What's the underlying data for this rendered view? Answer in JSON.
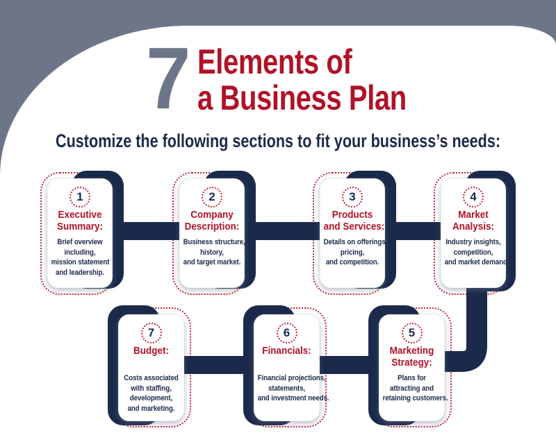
{
  "header": {
    "big_number": "7",
    "title": "Elements of\na Business Plan",
    "subtitle": "Customize the following sections to fit your business’s needs:"
  },
  "colors": {
    "navy": "#1b2a4a",
    "red": "#b01228",
    "dotted_red": "#c52033",
    "corner_gray": "#6d7689",
    "background": "#ffffff"
  },
  "cards": [
    {
      "number": "1",
      "title": "Executive\nSummary:",
      "body": "Brief overview\nincluding,\nmission statement\nand leadership."
    },
    {
      "number": "2",
      "title": "Company\nDescription:",
      "body": "Business structure,\nhistory,\nand target market."
    },
    {
      "number": "3",
      "title": "Products\nand Services:",
      "body": "Details on offerings,\npricing,\nand competition."
    },
    {
      "number": "4",
      "title": "Market\nAnalysis:",
      "body": "Industry insights,\ncompetition,\nand market demand."
    },
    {
      "number": "5",
      "title": "Marketing\nStrategy:",
      "body": "Plans for\nattracting and\nretaining customers."
    },
    {
      "number": "6",
      "title": "Financials:",
      "body": "Financial projections,\nstatements,\nand investment needs."
    },
    {
      "number": "7",
      "title": "Budget:",
      "body": "Costs associated\nwith staffing,\ndevelopment,\nand marketing."
    }
  ]
}
